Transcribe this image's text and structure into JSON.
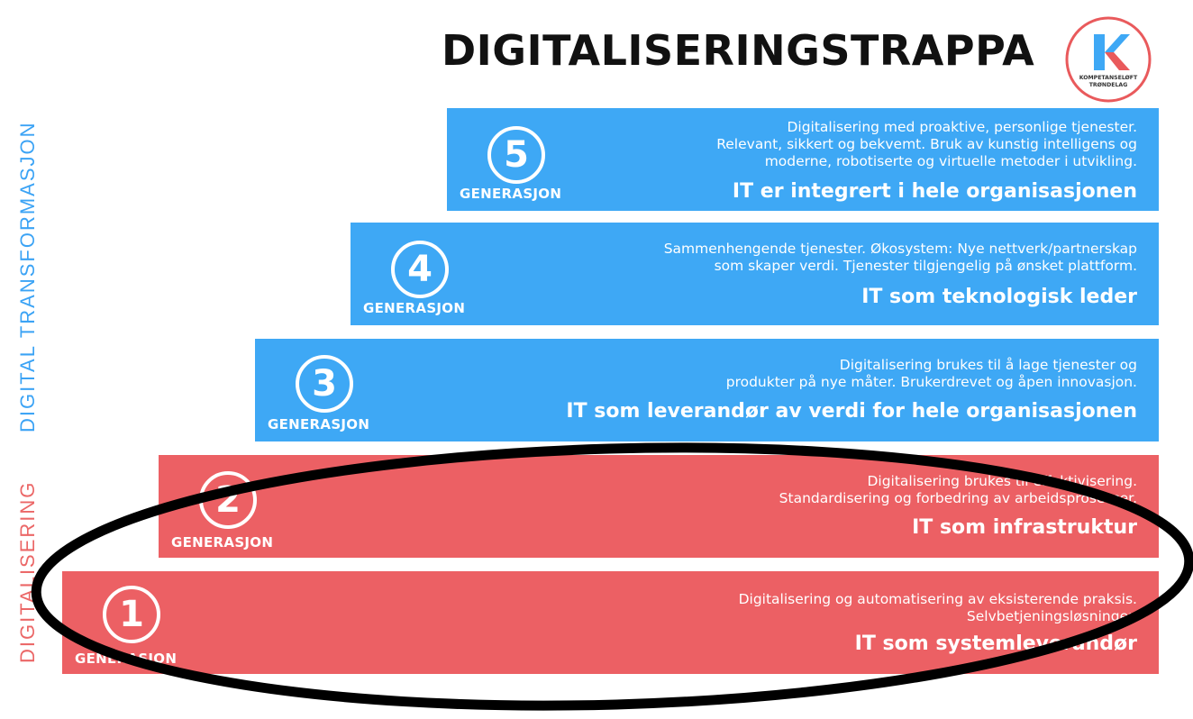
{
  "title": "DIGITALISERINGSTRAPPA",
  "logo": {
    "letter": "K",
    "line1": "KOMPETANSELØFT",
    "line2": "TRØNDELAG",
    "ring_color": "#e95a5c",
    "k_blue": "#3ea8f5",
    "k_red": "#e95a5c"
  },
  "side_labels": {
    "transformation": "DIGITAL TRANSFORMASJON",
    "digitalization": "DIGITALISERING"
  },
  "colors": {
    "blue": "#3ea8f5",
    "red": "#ec6064"
  },
  "steps": [
    {
      "number": "5",
      "generation_label": "GENERASJON",
      "description_lines": [
        "Digitalisering med proaktive, personlige tjenester.",
        "Relevant, sikkert og bekvemt. Bruk av kunstig intelligens og",
        "moderne, robotiserte og virtuelle metoder i utvikling."
      ],
      "headline": "IT er integrert i hele organisasjonen"
    },
    {
      "number": "4",
      "generation_label": "GENERASJON",
      "description_lines": [
        "Sammenhengende tjenester. Økosystem: Nye nettverk/partnerskap",
        "som skaper verdi. Tjenester tilgjengelig på ønsket plattform."
      ],
      "headline": "IT som teknologisk leder"
    },
    {
      "number": "3",
      "generation_label": "GENERASJON",
      "description_lines": [
        "Digitalisering brukes til å lage tjenester og",
        "produkter på nye måter. Brukerdrevet og åpen innovasjon."
      ],
      "headline": "IT som leverandør av verdi for hele organisasjonen"
    },
    {
      "number": "2",
      "generation_label": "GENERASJON",
      "description_lines": [
        "Digitalisering brukes til effektivisering.",
        "Standardisering og forbedring av arbeidsprosesser."
      ],
      "headline": "IT som infrastruktur"
    },
    {
      "number": "1",
      "generation_label": "GENERASJON",
      "description_lines": [
        "Digitalisering og automatisering av eksisterende praksis.",
        "Selvbetjeningsløsninger."
      ],
      "headline": "IT som systemleverandør"
    }
  ]
}
